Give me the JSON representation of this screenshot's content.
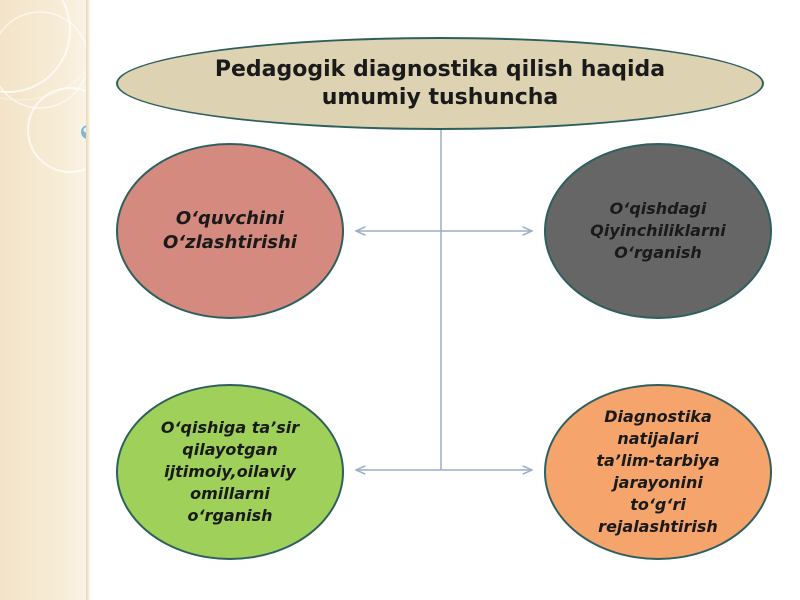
{
  "diagram": {
    "title_line1": "Pedagogik diagnostika qilish haqida",
    "title_line2": "umumiy tushuncha",
    "nodes": [
      {
        "label": "O‘quvchini\nO‘zlashtirishi",
        "color": "#d48a7e"
      },
      {
        "label": "O‘qishdagi\nQiyinchiliklarni\nO‘rganish",
        "color": "#666666"
      },
      {
        "label": "O‘qishiga ta’sir\nqilayotgan\nijtimoiy,oilaviy\nomillarni\no‘rganish",
        "color": "#9fd15a"
      },
      {
        "label": "Diagnostika\nnatijalari\nta’lim-tarbiya\njarayonini\nto‘g‘ri\nrejalashtirish",
        "color": "#f5a56b"
      }
    ],
    "outline_color": "#2e5f5f",
    "connector_color": "#9aaec6"
  }
}
